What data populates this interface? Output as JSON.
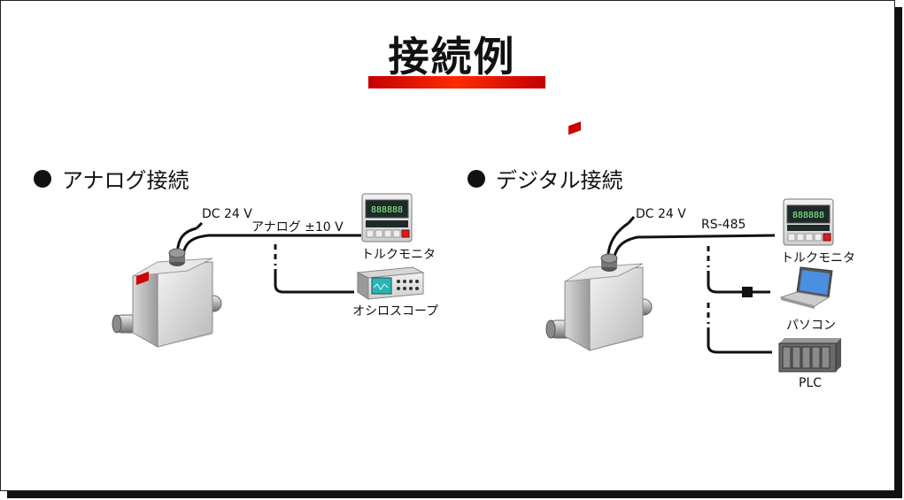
{
  "title": "接続例",
  "analog": {
    "heading": "アナログ接続",
    "power_label": "DC 24 V",
    "signal_label": "アナログ ±10 V",
    "devices": [
      "トルクモニタ",
      "オシロスコープ"
    ]
  },
  "digital": {
    "heading": "デジタル接続",
    "power_label": "DC 24 V",
    "signal_label": "RS-485",
    "devices": [
      "トルクモニタ",
      "パソコン",
      "PLC"
    ]
  }
}
